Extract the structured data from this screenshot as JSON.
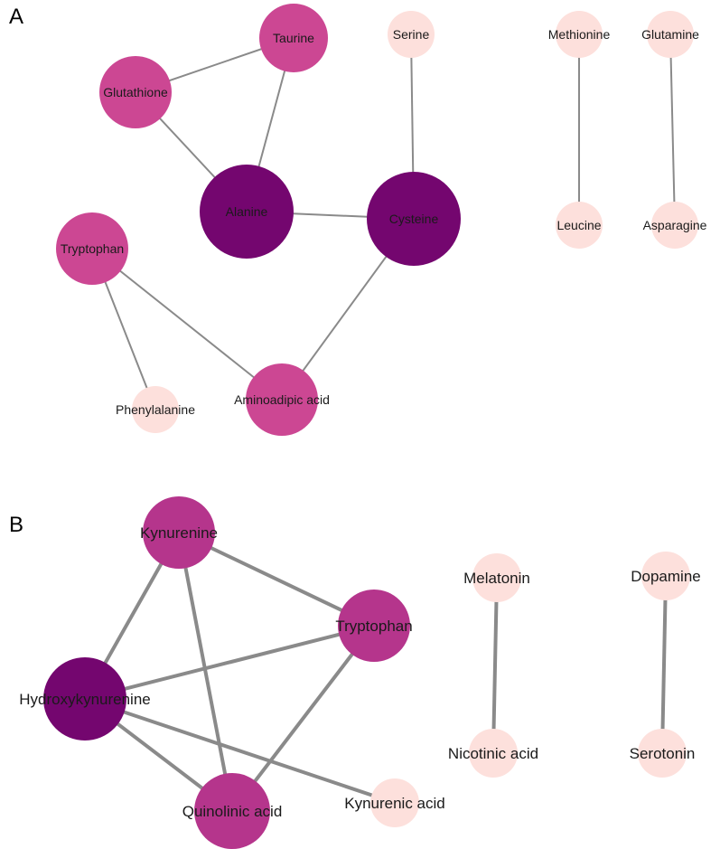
{
  "colors": {
    "dark": "#74066f",
    "mid_a": "#cc4793",
    "mid_b": "#b5358c",
    "light": "#fde0dc",
    "edge": "#8a8a8a"
  },
  "panels": [
    {
      "label": "A",
      "nodes": [
        {
          "id": "glutathione",
          "label": "Glutathione",
          "level": "mid"
        },
        {
          "id": "taurine",
          "label": "Taurine",
          "level": "mid"
        },
        {
          "id": "serine",
          "label": "Serine",
          "level": "low"
        },
        {
          "id": "methionine",
          "label": "Methionine",
          "level": "low"
        },
        {
          "id": "glutamine",
          "label": "Glutamine",
          "level": "low"
        },
        {
          "id": "alanine",
          "label": "Alanine",
          "level": "high"
        },
        {
          "id": "cysteine",
          "label": "Cysteine",
          "level": "high"
        },
        {
          "id": "leucine",
          "label": "Leucine",
          "level": "low"
        },
        {
          "id": "asparagine",
          "label": "Asparagine",
          "level": "low"
        },
        {
          "id": "tryptophan_a",
          "label": "Tryptophan",
          "level": "mid"
        },
        {
          "id": "phenylalanine",
          "label": "Phenylalanine",
          "level": "low"
        },
        {
          "id": "aminoadipic",
          "label": "Aminoadipic acid",
          "level": "mid"
        }
      ],
      "edges": [
        [
          "glutathione",
          "taurine"
        ],
        [
          "glutathione",
          "alanine"
        ],
        [
          "taurine",
          "alanine"
        ],
        [
          "alanine",
          "cysteine"
        ],
        [
          "serine",
          "cysteine"
        ],
        [
          "methionine",
          "leucine"
        ],
        [
          "glutamine",
          "asparagine"
        ],
        [
          "tryptophan_a",
          "phenylalanine"
        ],
        [
          "tryptophan_a",
          "aminoadipic"
        ],
        [
          "cysteine",
          "aminoadipic"
        ]
      ]
    },
    {
      "label": "B",
      "nodes": [
        {
          "id": "kynurenine",
          "label": "Kynurenine",
          "level": "mid"
        },
        {
          "id": "tryptophan_b",
          "label": "Tryptophan",
          "level": "mid"
        },
        {
          "id": "hydroxykynurenine",
          "label": "Hydroxykynurenine",
          "level": "high"
        },
        {
          "id": "quinolinic",
          "label": "Quinolinic acid",
          "level": "mid"
        },
        {
          "id": "kynurenic",
          "label": "Kynurenic acid",
          "level": "low"
        },
        {
          "id": "melatonin",
          "label": "Melatonin",
          "level": "low"
        },
        {
          "id": "nicotinic",
          "label": "Nicotinic acid",
          "level": "low"
        },
        {
          "id": "dopamine",
          "label": "Dopamine",
          "level": "low"
        },
        {
          "id": "serotonin",
          "label": "Serotonin",
          "level": "low"
        }
      ],
      "edges": [
        [
          "kynurenine",
          "tryptophan_b"
        ],
        [
          "kynurenine",
          "hydroxykynurenine"
        ],
        [
          "kynurenine",
          "quinolinic"
        ],
        [
          "tryptophan_b",
          "hydroxykynurenine"
        ],
        [
          "tryptophan_b",
          "quinolinic"
        ],
        [
          "hydroxykynurenine",
          "quinolinic"
        ],
        [
          "hydroxykynurenine",
          "kynurenic"
        ],
        [
          "melatonin",
          "nicotinic"
        ],
        [
          "dopamine",
          "serotonin"
        ]
      ]
    }
  ]
}
